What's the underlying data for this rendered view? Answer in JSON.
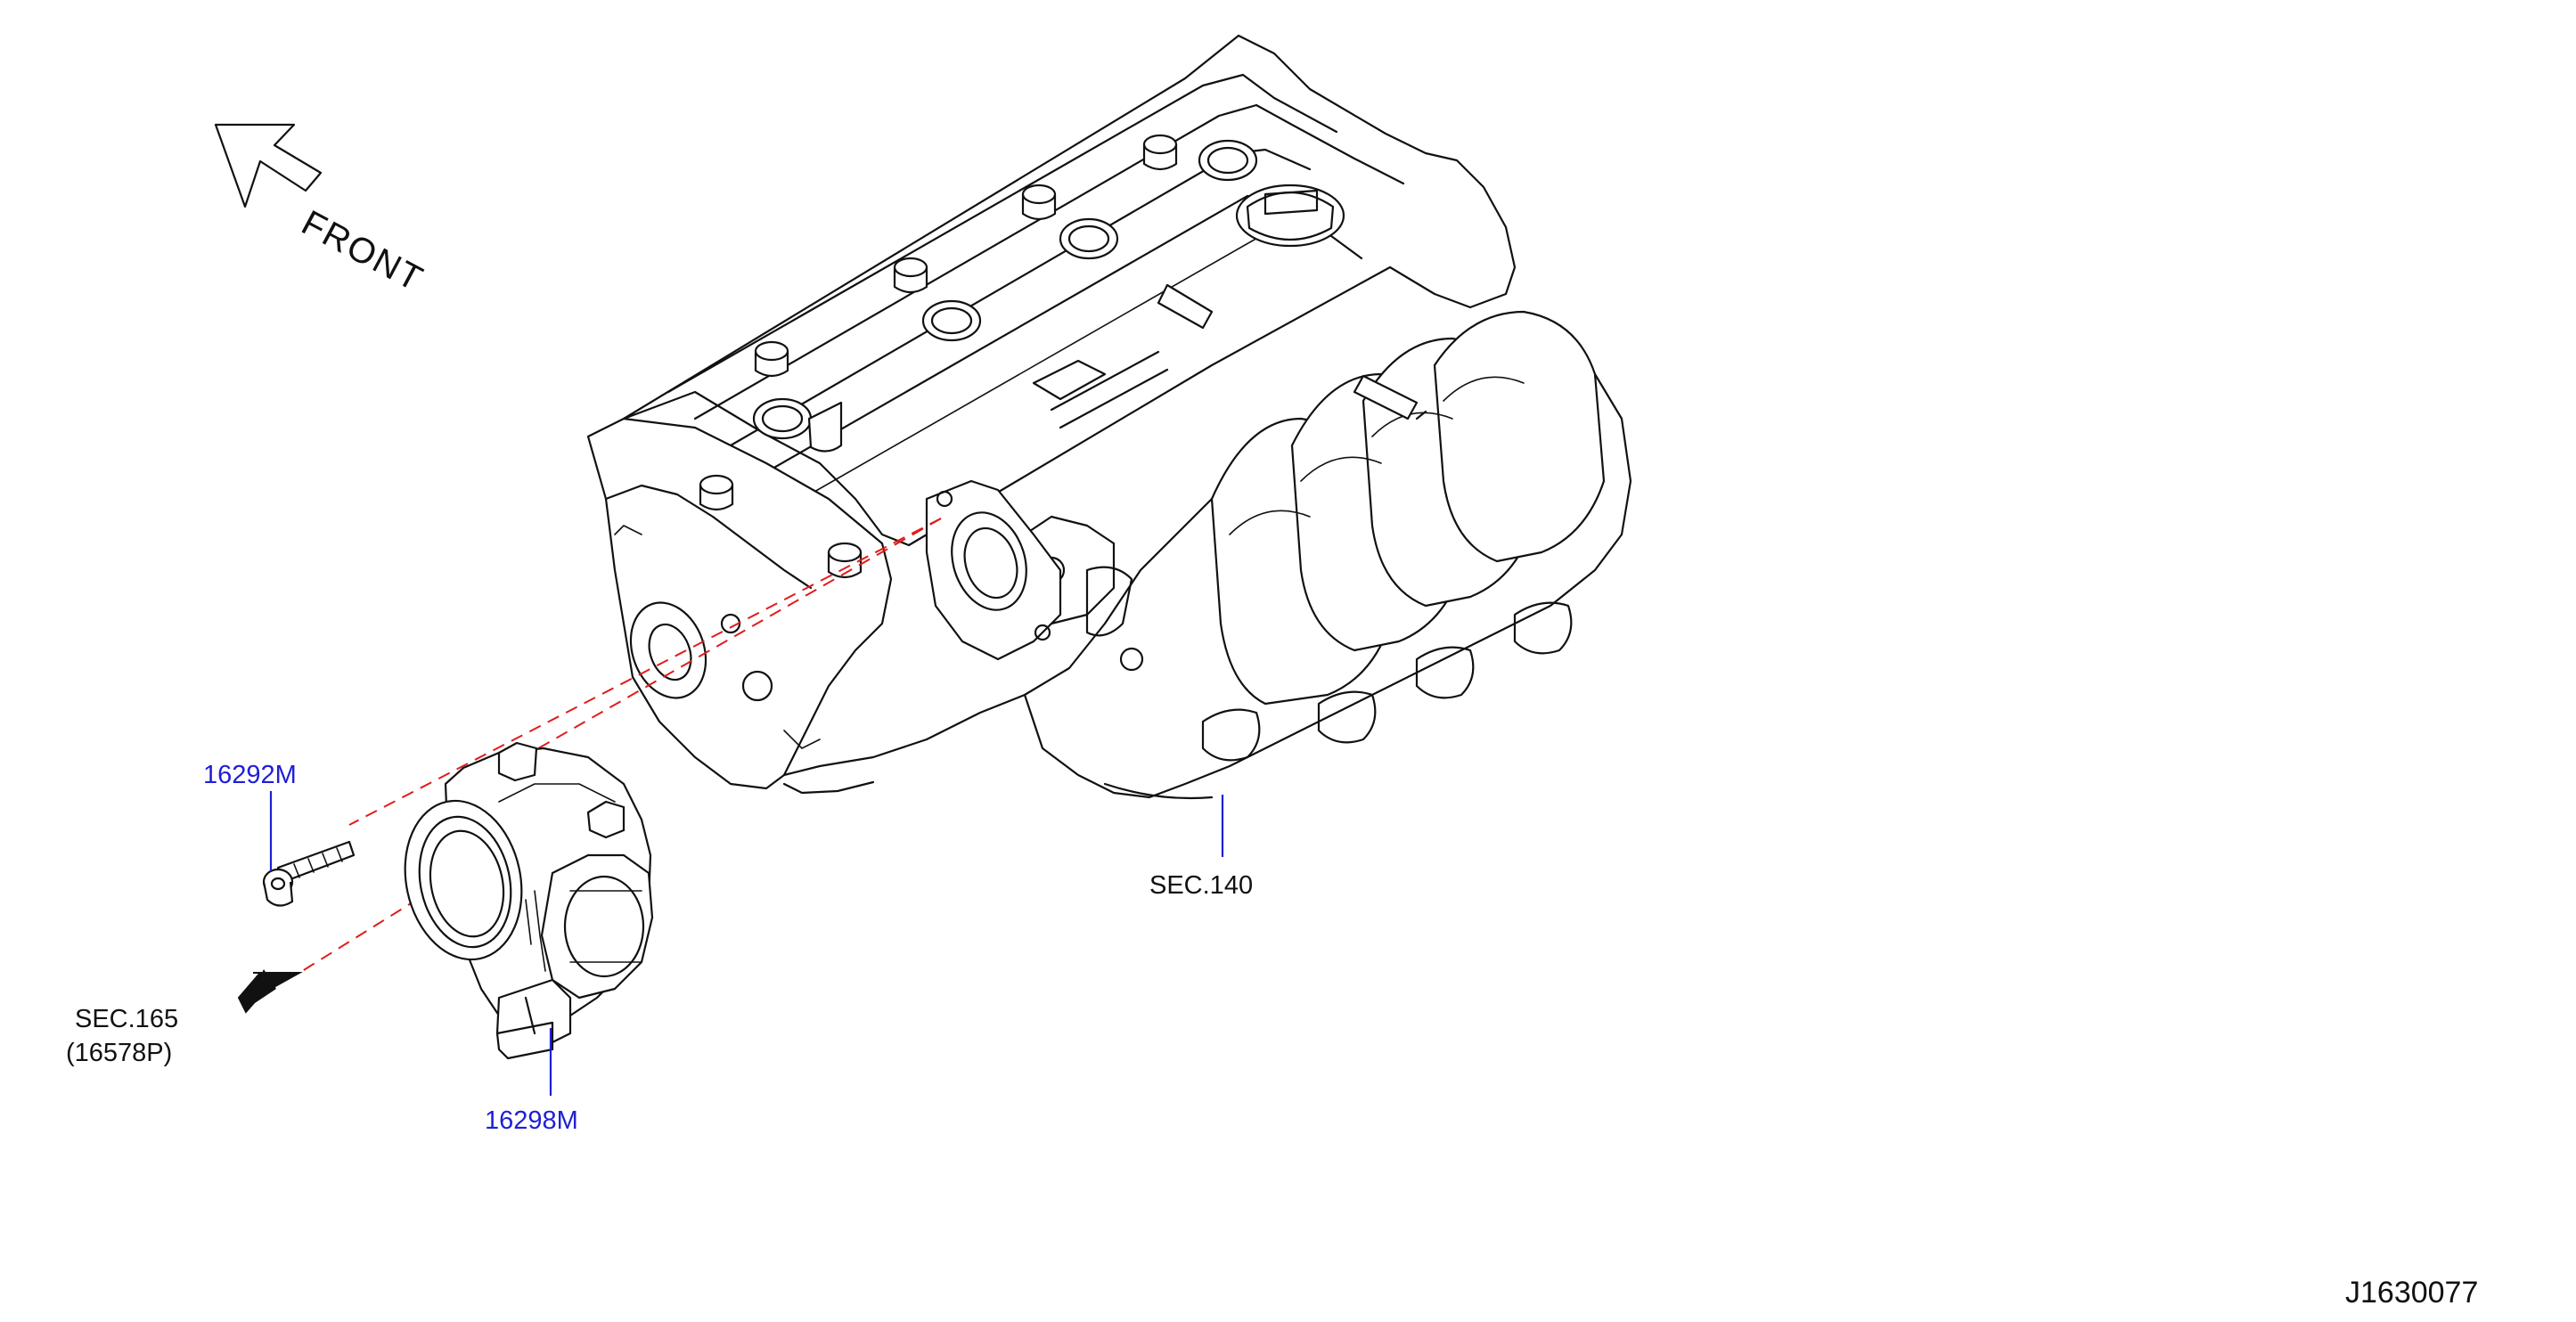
{
  "orientation": {
    "label": "FRONT",
    "icon": "front-arrow-icon"
  },
  "callouts": {
    "bolt": {
      "part_number": "16292M",
      "color": "#1f1fd6"
    },
    "throttle_body": {
      "part_number": "16298M",
      "color": "#1f1fd6"
    },
    "intake_manifold": {
      "section": "SEC.140"
    },
    "harness": {
      "section": "SEC.165",
      "sub_part": "(16578P)"
    }
  },
  "diagram_id": "J1630077",
  "colors": {
    "line_art": "#111111",
    "alignment_dash": "#e01c1c",
    "part_label": "#1f1fd6"
  }
}
